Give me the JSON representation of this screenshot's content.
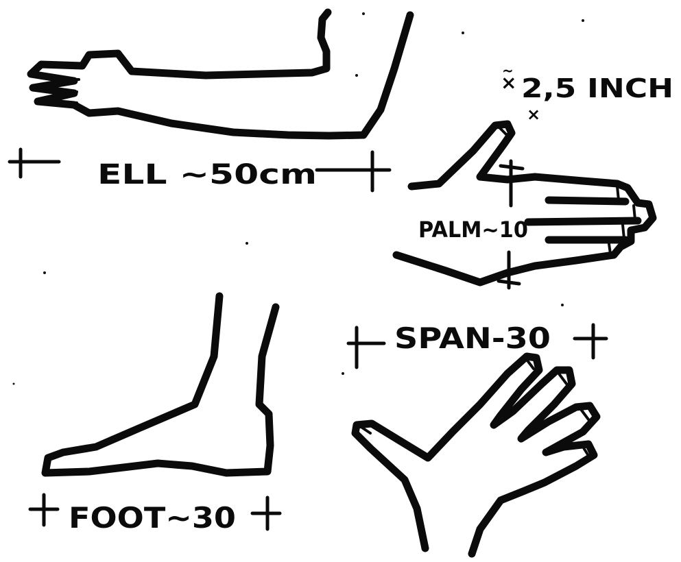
{
  "labels": {
    "ell": "ELL ~50cm",
    "inch": "2,5 INCH",
    "palm": "PALM~10",
    "span": "SPAN-30",
    "foot": "FOOT~30"
  },
  "colors": {
    "ink": "#0b0b0b",
    "paper": "#ffffff"
  }
}
